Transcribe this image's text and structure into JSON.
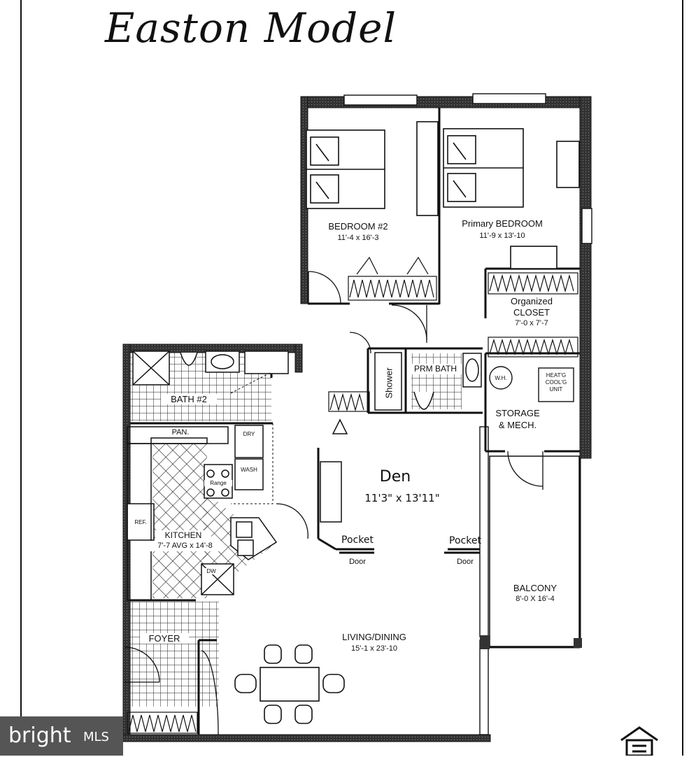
{
  "title": "Easton Model",
  "rooms": {
    "bedroom2": {
      "name": "BEDROOM #2",
      "size": "11'-4 x 16'-3"
    },
    "primary_bedroom": {
      "name": "Primary BEDROOM",
      "size": "11'-9 x 13'-10"
    },
    "organized_closet": {
      "line1": "Organized",
      "line2": "CLOSET",
      "size": "7'-0 x 7'-7"
    },
    "bath2": {
      "name": "BATH #2"
    },
    "prm_bath": {
      "name": "PRM BATH",
      "shower": "Shower"
    },
    "storage": {
      "line1": "STORAGE",
      "line2": "& MECH."
    },
    "heat_unit": {
      "line1": "HEAT'G",
      "line2": "COOL'G",
      "line3": "UNIT"
    },
    "water_heater": "W.H.",
    "pantry": "PAN.",
    "dryer": "DRY",
    "washer": "WASH",
    "range": "Range",
    "refrigerator": "REF.",
    "dishwasher": "DW",
    "kitchen": {
      "name": "KITCHEN",
      "size": "7'-7 AVG x 14'-8"
    },
    "den": {
      "name": "Den",
      "size": "11'3\" x 13'11\""
    },
    "pocket_door_left": {
      "line1": "Pocket",
      "line2": "Door"
    },
    "pocket_door_right": {
      "line1": "Pocket",
      "line2": "Door"
    },
    "balcony": {
      "name": "BALCONY",
      "size": "8'-0 X 16'-4"
    },
    "foyer": {
      "name": "FOYER"
    },
    "living_dining": {
      "name": "LIVING/DINING",
      "size": "15'-1 x 23'-10"
    }
  },
  "watermark": {
    "brand": "bright",
    "suffix": "MLS"
  },
  "logo": "equal-housing-opportunity"
}
